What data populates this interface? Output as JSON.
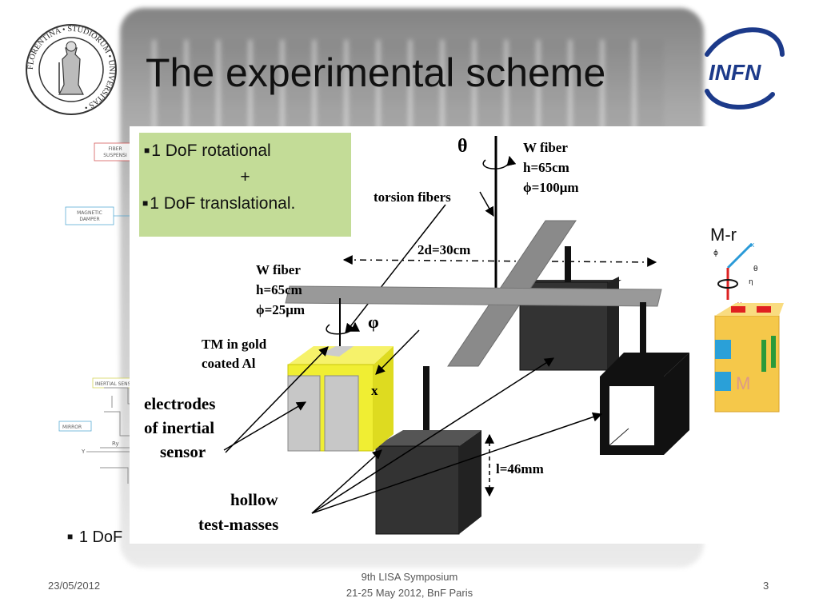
{
  "slide": {
    "title": "The experimental scheme",
    "bullets": [
      "1 DoF rotational",
      "+",
      "1 DoF translational."
    ],
    "bottom_bullet": "1 DoF"
  },
  "figure": {
    "theta": "θ",
    "phi": "φ",
    "w_fiber_top": [
      "W fiber",
      "h=65cm",
      "ϕ=100μm"
    ],
    "torsion_fibers": "torsion fibers",
    "distance": "2d=30cm",
    "w_fiber_left": [
      "W fiber",
      "h=65cm",
      "ϕ=25μm"
    ],
    "tm_label": [
      "TM in gold",
      "coated Al"
    ],
    "x_label": "x",
    "electrodes": [
      "electrodes",
      "of inertial",
      "sensor"
    ],
    "length": "l=46mm",
    "hollow": [
      "hollow",
      "test-masses"
    ]
  },
  "left_diagram": {
    "labels": [
      "FIBER",
      "SUSPENSI",
      "MAGNETIC",
      "DAMPER",
      "INERTIAL SENS",
      "MIRROR",
      "Y",
      "Ry"
    ]
  },
  "right_diagram": {
    "label": "M-r",
    "tm": "M",
    "axes": [
      "x",
      "y",
      "ϕ",
      "θ",
      "η"
    ]
  },
  "footer": {
    "date": "23/05/2012",
    "event": "9th LISA Symposium",
    "venue": "21-25 May 2012, BnF Paris",
    "page": "3"
  },
  "logos": {
    "left_seal_text": "FLORENTINA • STUDIORUM • UNIVERSITAS",
    "right_logo_text": "INFN"
  },
  "colors": {
    "green_box": "#c3dc97",
    "gold_tm": "#f0ee33",
    "infn_blue": "#1c3a8a"
  }
}
